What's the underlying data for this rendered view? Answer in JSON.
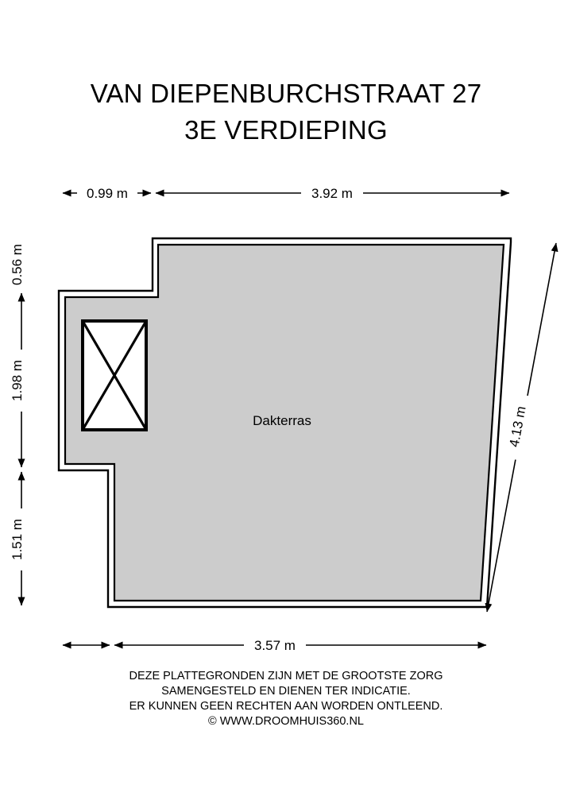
{
  "document": {
    "type": "floor-plan",
    "title_line_1": "VAN DIEPENBURCHSTRAAT 27",
    "title_line_2": "3E VERDIEPING"
  },
  "plan": {
    "room_label": "Dakterras",
    "fill_color": "#cccccc",
    "wall_color": "#000000",
    "background_color": "#ffffff",
    "skylight_label": "",
    "unit": "m"
  },
  "dimensions": {
    "top": [
      {
        "id": "top-left-segment",
        "value": "0.99 m"
      },
      {
        "id": "top-main-segment",
        "value": "3.92 m"
      }
    ],
    "left": [
      {
        "id": "left-upper-segment",
        "value": "0.56 m"
      },
      {
        "id": "left-middle-segment",
        "value": "1.98 m"
      },
      {
        "id": "left-lower-segment",
        "value": "1.51 m"
      }
    ],
    "right": [
      {
        "id": "right-angled-segment",
        "value": "4.13 m"
      }
    ],
    "bottom": [
      {
        "id": "bottom-main-segment",
        "value": "3.57 m"
      }
    ]
  },
  "footer": {
    "lines": [
      "DEZE PLATTEGRONDEN ZIJN MET DE GROOTSTE ZORG",
      "SAMENGESTELD EN DIENEN TER INDICATIE.",
      "ER KUNNEN GEEN RECHTEN AAN WORDEN ONTLEEND.",
      "© WWW.DROOMHUIS360.NL"
    ]
  }
}
